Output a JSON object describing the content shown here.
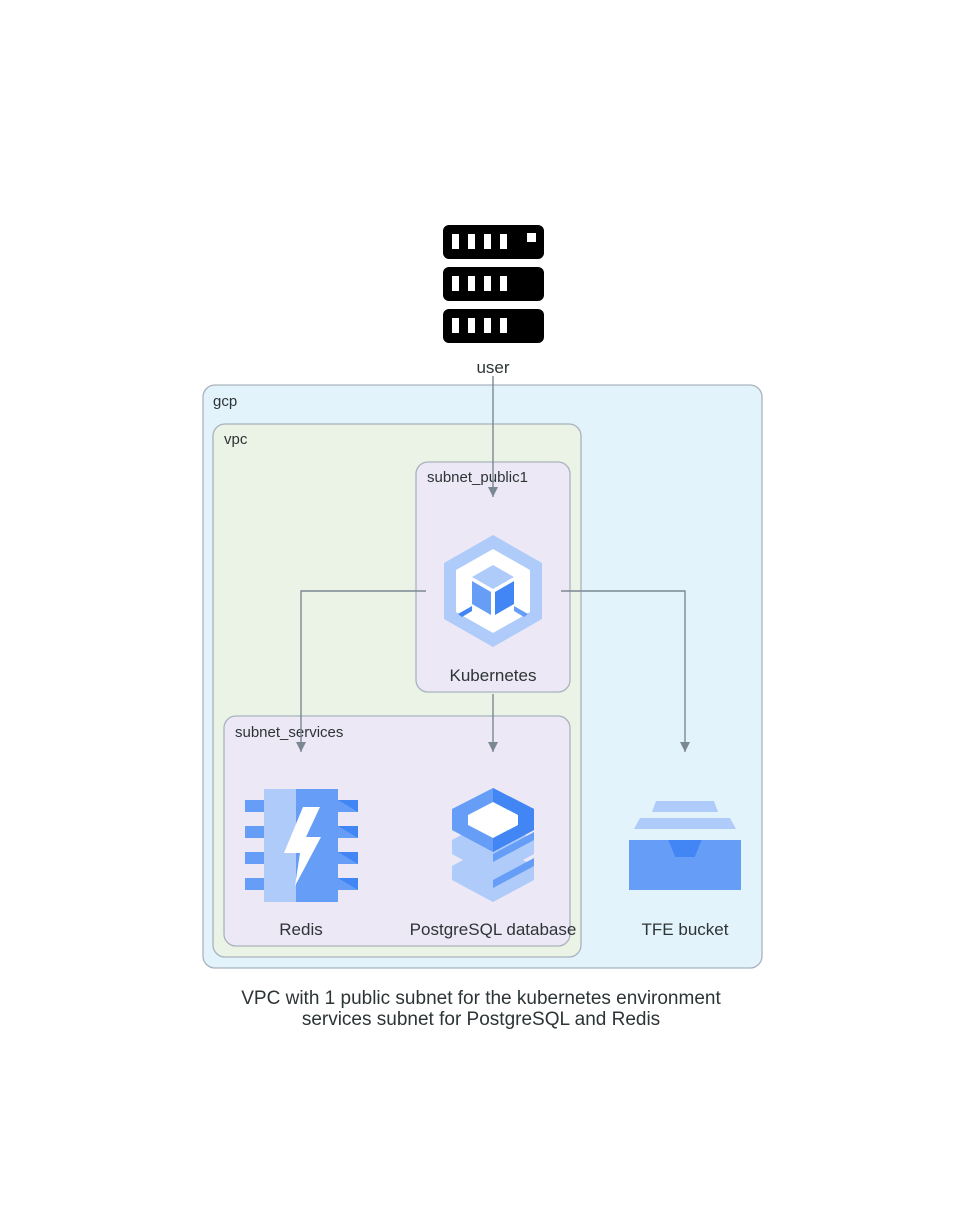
{
  "colors": {
    "gcp_fill": "#e3f3fb",
    "vpc_fill": "#ebf3e7",
    "subnet_fill": "#ece8f6",
    "cluster_border": "#a9b3bd",
    "edge": "#7b8894",
    "text": "#2d3436",
    "gcp_blue_light": "#aecbfa",
    "gcp_blue_mid": "#669df6",
    "gcp_blue_dark": "#4285f4"
  },
  "clusters": {
    "gcp": "gcp",
    "vpc": "vpc",
    "subnet_public1": "subnet_public1",
    "subnet_services": "subnet_services"
  },
  "nodes": {
    "user": {
      "label": "user",
      "icon": "server-rack-icon"
    },
    "kubernetes": {
      "label": "Kubernetes",
      "icon": "gke-kubernetes-icon"
    },
    "redis": {
      "label": "Redis",
      "icon": "memorystore-icon"
    },
    "postgres": {
      "label": "PostgreSQL database",
      "icon": "cloud-sql-icon"
    },
    "bucket": {
      "label": "TFE bucket",
      "icon": "cloud-storage-icon"
    }
  },
  "edges": [
    {
      "from": "user",
      "to": "kubernetes"
    },
    {
      "from": "kubernetes",
      "to": "redis"
    },
    {
      "from": "kubernetes",
      "to": "postgres"
    },
    {
      "from": "kubernetes",
      "to": "bucket"
    }
  ],
  "caption": {
    "line1": "VPC with 1 public subnet for the kubernetes environment",
    "line2": "services subnet for PostgreSQL and Redis"
  }
}
